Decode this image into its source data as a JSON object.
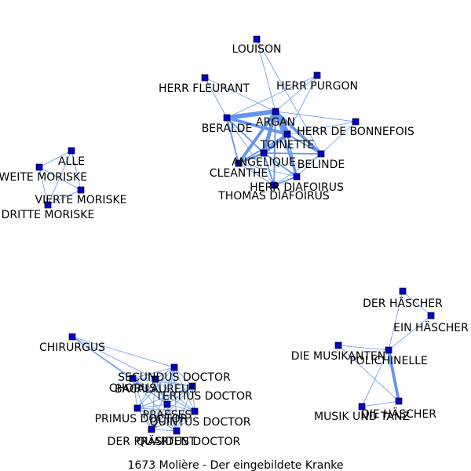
{
  "caption": "1673  Molière  -  Der  eingebildete  Kranke",
  "colors": {
    "edge": "#6495ED",
    "node": "#0000CD",
    "background": "#ffffff"
  },
  "nodes": [
    {
      "id": "louison",
      "label": "LOUISON"
    },
    {
      "id": "purgon",
      "label": "HERR PURGON"
    },
    {
      "id": "fleurant",
      "label": "HERR FLEURANT"
    },
    {
      "id": "argan",
      "label": "ARGAN"
    },
    {
      "id": "beralde",
      "label": "BERALDE"
    },
    {
      "id": "bonnefois",
      "label": "HERR DE BONNEFOIS"
    },
    {
      "id": "toinette",
      "label": "TOINETTE"
    },
    {
      "id": "angelique",
      "label": "ANGELIQUE"
    },
    {
      "id": "belinde",
      "label": "BELINDE"
    },
    {
      "id": "cleanthe",
      "label": "CLEANTHE"
    },
    {
      "id": "diafoirus",
      "label": "HERR DIAFOIRUS"
    },
    {
      "id": "thomas",
      "label": "THOMAS DIAFOIRUS"
    },
    {
      "id": "alle",
      "label": "ALLE"
    },
    {
      "id": "zweite",
      "label": "ZWEITE MORISKE"
    },
    {
      "id": "vierte",
      "label": "VIERTE MORISKE"
    },
    {
      "id": "dritte",
      "label": "DRITTE MORISKE"
    },
    {
      "id": "chirurgus",
      "label": "CHIRURGUS"
    },
    {
      "id": "secundus",
      "label": "SECUNDUS DOCTOR"
    },
    {
      "id": "chorus",
      "label": "CHORUS"
    },
    {
      "id": "bacalaureus",
      "label": "BACALAUREUS"
    },
    {
      "id": "tertius",
      "label": "TERTIUS DOCTOR"
    },
    {
      "id": "praeses",
      "label": "PRAESES"
    },
    {
      "id": "primus",
      "label": "PRIMUS DOCTOR"
    },
    {
      "id": "quintus",
      "label": "QUINTUS DOCTOR"
    },
    {
      "id": "quartus",
      "label": "QUARTUS DOCTOR"
    },
    {
      "id": "der_praesident",
      "label": "DER PRÄSIDENT"
    },
    {
      "id": "der_hascher",
      "label": "DER HÄSCHER"
    },
    {
      "id": "ein_hascher",
      "label": "EIN HÄSCHER"
    },
    {
      "id": "musikanten",
      "label": "DIE MUSIKANTEN"
    },
    {
      "id": "polichinelle",
      "label": "POLICHINELLE"
    },
    {
      "id": "musik_tanz",
      "label": "MUSIK UND TANZ"
    },
    {
      "id": "die_hascher",
      "label": "DIE HÄSCHER"
    }
  ],
  "edges": [
    {
      "source": "argan",
      "target": "louison",
      "weight": 1
    },
    {
      "source": "argan",
      "target": "purgon",
      "weight": 1
    },
    {
      "source": "argan",
      "target": "fleurant",
      "weight": 1
    },
    {
      "source": "argan",
      "target": "beralde",
      "weight": 6
    },
    {
      "source": "argan",
      "target": "bonnefois",
      "weight": 1
    },
    {
      "source": "argan",
      "target": "toinette",
      "weight": 8
    },
    {
      "source": "argan",
      "target": "angelique",
      "weight": 5
    },
    {
      "source": "argan",
      "target": "belinde",
      "weight": 4
    },
    {
      "source": "argan",
      "target": "cleanthe",
      "weight": 4
    },
    {
      "source": "argan",
      "target": "diafoirus",
      "weight": 3
    },
    {
      "source": "argan",
      "target": "thomas",
      "weight": 2
    },
    {
      "source": "beralde",
      "target": "toinette",
      "weight": 4
    },
    {
      "source": "beralde",
      "target": "angelique",
      "weight": 2
    },
    {
      "source": "beralde",
      "target": "cleanthe",
      "weight": 2
    },
    {
      "source": "beralde",
      "target": "purgon",
      "weight": 1
    },
    {
      "source": "beralde",
      "target": "fleurant",
      "weight": 1
    },
    {
      "source": "beralde",
      "target": "thomas",
      "weight": 1
    },
    {
      "source": "toinette",
      "target": "angelique",
      "weight": 4
    },
    {
      "source": "toinette",
      "target": "belinde",
      "weight": 2
    },
    {
      "source": "toinette",
      "target": "cleanthe",
      "weight": 2
    },
    {
      "source": "toinette",
      "target": "diafoirus",
      "weight": 2
    },
    {
      "source": "toinette",
      "target": "purgon",
      "weight": 1
    },
    {
      "source": "toinette",
      "target": "bonnefois",
      "weight": 1
    },
    {
      "source": "angelique",
      "target": "cleanthe",
      "weight": 3
    },
    {
      "source": "angelique",
      "target": "belinde",
      "weight": 2
    },
    {
      "source": "angelique",
      "target": "diafoirus",
      "weight": 2
    },
    {
      "source": "angelique",
      "target": "thomas",
      "weight": 2
    },
    {
      "source": "belinde",
      "target": "diafoirus",
      "weight": 1
    },
    {
      "source": "belinde",
      "target": "thomas",
      "weight": 1
    },
    {
      "source": "belinde",
      "target": "bonnefois",
      "weight": 1
    },
    {
      "source": "belinde",
      "target": "louison",
      "weight": 1
    },
    {
      "source": "cleanthe",
      "target": "diafoirus",
      "weight": 1
    },
    {
      "source": "cleanthe",
      "target": "thomas",
      "weight": 1
    },
    {
      "source": "diafoirus",
      "target": "thomas",
      "weight": 2
    },
    {
      "source": "alle",
      "target": "zweite",
      "weight": 1
    },
    {
      "source": "alle",
      "target": "vierte",
      "weight": 1
    },
    {
      "source": "alle",
      "target": "dritte",
      "weight": 1
    },
    {
      "source": "zweite",
      "target": "vierte",
      "weight": 1
    },
    {
      "source": "zweite",
      "target": "dritte",
      "weight": 1
    },
    {
      "source": "vierte",
      "target": "dritte",
      "weight": 1
    },
    {
      "source": "chirurgus",
      "target": "secundus",
      "weight": 1
    },
    {
      "source": "chirurgus",
      "target": "chorus",
      "weight": 1
    },
    {
      "source": "chirurgus",
      "target": "bacalaureus",
      "weight": 1
    },
    {
      "source": "chirurgus",
      "target": "praeses",
      "weight": 1
    },
    {
      "source": "secundus",
      "target": "chorus",
      "weight": 1
    },
    {
      "source": "secundus",
      "target": "bacalaureus",
      "weight": 1
    },
    {
      "source": "secundus",
      "target": "tertius",
      "weight": 1
    },
    {
      "source": "secundus",
      "target": "praeses",
      "weight": 1
    },
    {
      "source": "secundus",
      "target": "primus",
      "weight": 1
    },
    {
      "source": "secundus",
      "target": "quintus",
      "weight": 1
    },
    {
      "source": "secundus",
      "target": "quartus",
      "weight": 1
    },
    {
      "source": "secundus",
      "target": "der_praesident",
      "weight": 1
    },
    {
      "source": "chorus",
      "target": "bacalaureus",
      "weight": 1
    },
    {
      "source": "chorus",
      "target": "tertius",
      "weight": 1
    },
    {
      "source": "chorus",
      "target": "praeses",
      "weight": 1
    },
    {
      "source": "chorus",
      "target": "primus",
      "weight": 1
    },
    {
      "source": "chorus",
      "target": "quintus",
      "weight": 1
    },
    {
      "source": "chorus",
      "target": "quartus",
      "weight": 1
    },
    {
      "source": "chorus",
      "target": "der_praesident",
      "weight": 1
    },
    {
      "source": "bacalaureus",
      "target": "tertius",
      "weight": 1
    },
    {
      "source": "bacalaureus",
      "target": "praeses",
      "weight": 1
    },
    {
      "source": "bacalaureus",
      "target": "primus",
      "weight": 1
    },
    {
      "source": "bacalaureus",
      "target": "quintus",
      "weight": 1
    },
    {
      "source": "bacalaureus",
      "target": "quartus",
      "weight": 1
    },
    {
      "source": "bacalaureus",
      "target": "der_praesident",
      "weight": 1
    },
    {
      "source": "tertius",
      "target": "praeses",
      "weight": 1
    },
    {
      "source": "tertius",
      "target": "primus",
      "weight": 1
    },
    {
      "source": "tertius",
      "target": "quintus",
      "weight": 1
    },
    {
      "source": "tertius",
      "target": "quartus",
      "weight": 1
    },
    {
      "source": "tertius",
      "target": "der_praesident",
      "weight": 1
    },
    {
      "source": "praeses",
      "target": "primus",
      "weight": 1
    },
    {
      "source": "praeses",
      "target": "quintus",
      "weight": 1
    },
    {
      "source": "praeses",
      "target": "quartus",
      "weight": 1
    },
    {
      "source": "praeses",
      "target": "der_praesident",
      "weight": 1
    },
    {
      "source": "primus",
      "target": "quintus",
      "weight": 1
    },
    {
      "source": "primus",
      "target": "quartus",
      "weight": 1
    },
    {
      "source": "primus",
      "target": "der_praesident",
      "weight": 1
    },
    {
      "source": "quintus",
      "target": "quartus",
      "weight": 1
    },
    {
      "source": "quintus",
      "target": "der_praesident",
      "weight": 1
    },
    {
      "source": "quartus",
      "target": "der_praesident",
      "weight": 1
    },
    {
      "source": "der_hascher",
      "target": "ein_hascher",
      "weight": 1
    },
    {
      "source": "der_hascher",
      "target": "polichinelle",
      "weight": 1
    },
    {
      "source": "ein_hascher",
      "target": "polichinelle",
      "weight": 1
    },
    {
      "source": "musikanten",
      "target": "polichinelle",
      "weight": 1
    },
    {
      "source": "musikanten",
      "target": "die_hascher",
      "weight": 1
    },
    {
      "source": "polichinelle",
      "target": "musik_tanz",
      "weight": 1
    },
    {
      "source": "polichinelle",
      "target": "die_hascher",
      "weight": 4
    },
    {
      "source": "musik_tanz",
      "target": "die_hascher",
      "weight": 1
    }
  ]
}
